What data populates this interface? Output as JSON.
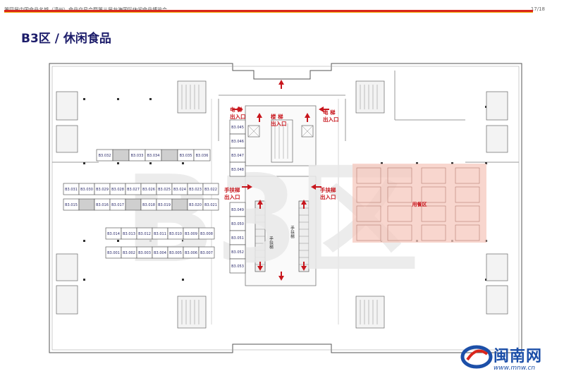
{
  "header": {
    "event_title": "第四届中国食品名城（漳州）食品交易会暨第三届龙海国际休闲食品博览会",
    "page": "17/18"
  },
  "page_title": "B3区 / 休闲食品",
  "colors": {
    "accent_red": "#d9261c",
    "accent_yellow": "#f2a900",
    "title_blue": "#1c1c6a",
    "dining_fill": "#f6c8bd"
  },
  "map": {
    "watermark": "B3区",
    "dining_area": "用餐区",
    "labels": {
      "elevator_left": [
        "电 梯",
        "出入口"
      ],
      "stairs": [
        "楼 梯",
        "出入口"
      ],
      "elevator_right": [
        "电 梯",
        "出入口"
      ],
      "escalator_left": [
        "手扶梯",
        "出入口"
      ],
      "escalator_right": [
        "手扶梯",
        "出入口"
      ],
      "escalator_left_vertical": "手扶梯",
      "escalator_right_vertical": "手扶梯"
    },
    "booth_rows": [
      [
        "B3.032",
        "",
        "B3.033",
        "B3.034",
        "",
        "B3.035",
        "B3.036"
      ],
      [
        "B3.031",
        "B3.030",
        "B3.029",
        "B3.028",
        "B3.027",
        "B3.026",
        "B3.025",
        "B3.024",
        "B3.023",
        "B3.022"
      ],
      [
        "B3.015",
        "",
        "B3.016",
        "B3.017",
        "",
        "B3.018",
        "B3.019",
        "",
        "B3.020",
        "B3.021"
      ],
      [
        "B3.014",
        "B3.013",
        "B3.012",
        "B3.011",
        "B3.010",
        "B3.009",
        "B3.008"
      ],
      [
        "B3.001",
        "B3.002",
        "B3.003",
        "B3.004",
        "B3.005",
        "B3.006",
        "B3.007"
      ]
    ],
    "center_booths_top": [
      "B3.045",
      "B3.046",
      "B3.047",
      "B3.048"
    ],
    "center_booths_bottom": [
      "B3.049",
      "B3.050",
      "B3.051",
      "B3.052",
      "B3.053"
    ]
  },
  "logo": {
    "name": "闽南网",
    "url": "www.mnw.cn"
  }
}
